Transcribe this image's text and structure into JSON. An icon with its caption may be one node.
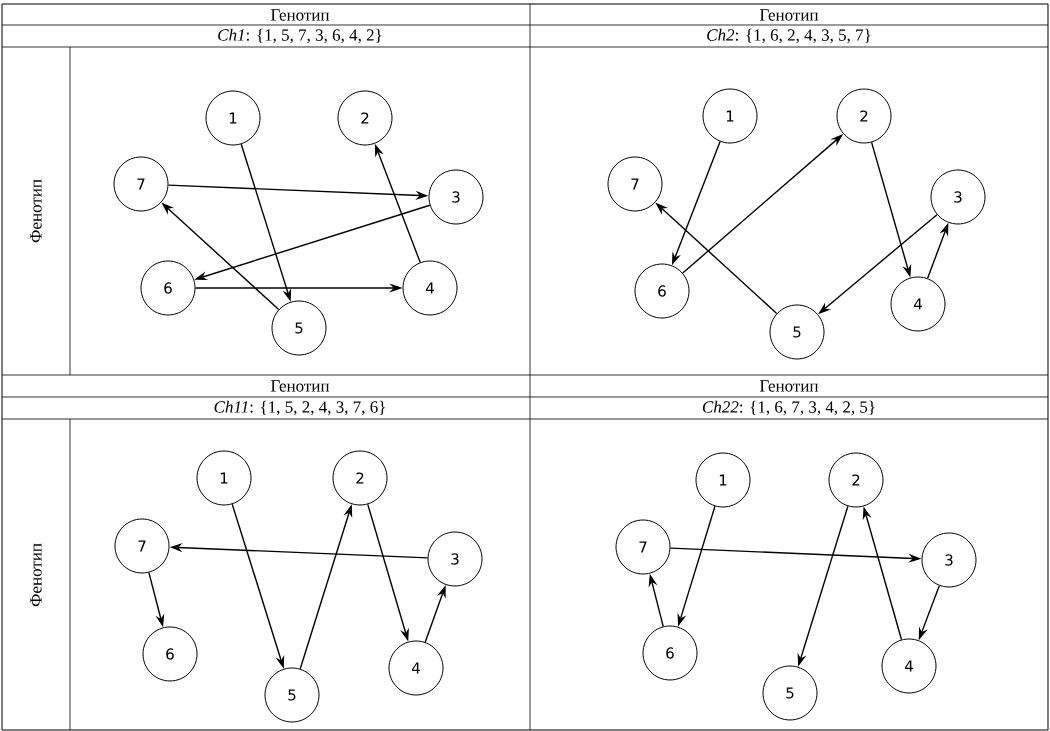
{
  "diagram": {
    "nodes": [
      {
        "text": [
          "1"
        ]
      },
      {
        "text": [
          "2"
        ]
      },
      {
        "text": [
          "7"
        ]
      },
      {
        "text": [
          "3"
        ]
      },
      {
        "text": [
          "6"
        ]
      },
      {
        "text": [
          "4"
        ]
      },
      {
        "text": [
          "5"
        ]
      },
      {
        "text": [
          "1"
        ]
      },
      {
        "text": [
          "2"
        ]
      },
      {
        "text": [
          "7"
        ]
      },
      {
        "text": [
          "3"
        ]
      },
      {
        "text": [
          "6"
        ]
      },
      {
        "text": [
          "4"
        ]
      },
      {
        "text": [
          "5"
        ]
      },
      {
        "text": [
          "1"
        ]
      },
      {
        "text": [
          "2"
        ]
      },
      {
        "text": [
          "7"
        ]
      },
      {
        "text": [
          "3"
        ]
      },
      {
        "text": [
          "6"
        ]
      },
      {
        "text": [
          "4"
        ]
      },
      {
        "text": [
          "5"
        ]
      },
      {
        "text": [
          "1"
        ]
      },
      {
        "text": [
          "2"
        ]
      },
      {
        "text": [
          "7"
        ]
      },
      {
        "text": [
          "3"
        ]
      },
      {
        "text": [
          "6"
        ]
      },
      {
        "text": [
          "4"
        ]
      },
      {
        "text": [
          "5"
        ]
      }
    ],
    "edges": [
      {
        "from": 0,
        "to": 6,
        "arrow": "to"
      },
      {
        "from": 6,
        "to": 2,
        "arrow": "to"
      },
      {
        "from": 2,
        "to": 3,
        "arrow": "to"
      },
      {
        "from": 3,
        "to": 4,
        "arrow": "to"
      },
      {
        "from": 4,
        "to": 5,
        "arrow": "to"
      },
      {
        "from": 5,
        "to": 1,
        "arrow": "to"
      },
      {
        "from": 7,
        "to": 11,
        "arrow": "to"
      },
      {
        "from": 11,
        "to": 8,
        "arrow": "to"
      },
      {
        "from": 8,
        "to": 12,
        "arrow": "to"
      },
      {
        "from": 12,
        "to": 10,
        "arrow": "to"
      },
      {
        "from": 10,
        "to": 13,
        "arrow": "to"
      },
      {
        "from": 13,
        "to": 9,
        "arrow": "to"
      },
      {
        "from": 14,
        "to": 20,
        "arrow": "to"
      },
      {
        "from": 20,
        "to": 15,
        "arrow": "to"
      },
      {
        "from": 15,
        "to": 19,
        "arrow": "to"
      },
      {
        "from": 19,
        "to": 17,
        "arrow": "to"
      },
      {
        "from": 17,
        "to": 16,
        "arrow": "to"
      },
      {
        "from": 16,
        "to": 18,
        "arrow": "to"
      },
      {
        "from": 21,
        "to": 25,
        "arrow": "to"
      },
      {
        "from": 25,
        "to": 23,
        "arrow": "to"
      },
      {
        "from": 23,
        "to": 24,
        "arrow": "to"
      },
      {
        "from": 24,
        "to": 26,
        "arrow": "to"
      },
      {
        "from": 26,
        "to": 22,
        "arrow": "to"
      },
      {
        "from": 22,
        "to": 27,
        "arrow": "to"
      }
    ],
    "labels": [
      "Генотип",
      "Генотип",
      "*Ch1*: {1, 5, 7, 3, 6, 4, 2}",
      "*Ch2*: {1, 6, 2, 4, 3, 5, 7}",
      "Фенотип",
      "Генотип",
      "Генотип",
      "*Ch11*: {1, 5, 2, 4, 3, 7, 6}",
      "*Ch22*: {1, 6, 7, 3, 4, 2, 5}",
      "Фенотип"
    ]
  }
}
